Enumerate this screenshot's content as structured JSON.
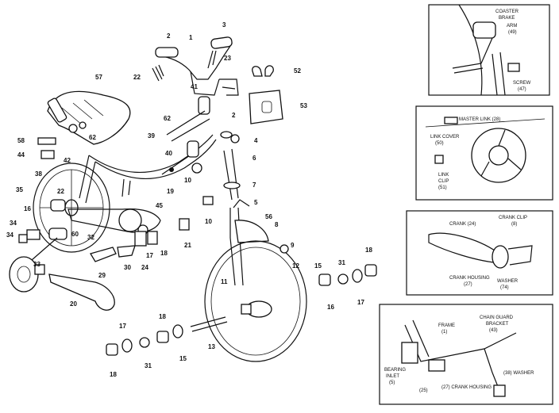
{
  "main_callouts": [
    {
      "id": "c1",
      "text": "1"
    },
    {
      "id": "c2a",
      "text": "2"
    },
    {
      "id": "c2b",
      "text": "2"
    },
    {
      "id": "c3",
      "text": "3"
    },
    {
      "id": "c23",
      "text": "23"
    },
    {
      "id": "c22a",
      "text": "22"
    },
    {
      "id": "c52",
      "text": "52"
    },
    {
      "id": "c57",
      "text": "57"
    },
    {
      "id": "c41",
      "text": "41"
    },
    {
      "id": "c53",
      "text": "53"
    },
    {
      "id": "c62a",
      "text": "62"
    },
    {
      "id": "c62b",
      "text": "62"
    },
    {
      "id": "c4",
      "text": "4"
    },
    {
      "id": "c58",
      "text": "58"
    },
    {
      "id": "c39",
      "text": "39"
    },
    {
      "id": "c40",
      "text": "40"
    },
    {
      "id": "c6",
      "text": "6"
    },
    {
      "id": "c44",
      "text": "44"
    },
    {
      "id": "c42",
      "text": "42"
    },
    {
      "id": "c10a",
      "text": "10"
    },
    {
      "id": "c7",
      "text": "7"
    },
    {
      "id": "c38",
      "text": "38"
    },
    {
      "id": "c19",
      "text": "19"
    },
    {
      "id": "c35",
      "text": "35"
    },
    {
      "id": "c5",
      "text": "5"
    },
    {
      "id": "c22b",
      "text": "22"
    },
    {
      "id": "c16",
      "text": "16"
    },
    {
      "id": "c45",
      "text": "45"
    },
    {
      "id": "c56",
      "text": "56"
    },
    {
      "id": "c10b",
      "text": "10"
    },
    {
      "id": "c8",
      "text": "8"
    },
    {
      "id": "c34a",
      "text": "34"
    },
    {
      "id": "c34b",
      "text": "34"
    },
    {
      "id": "c60",
      "text": "60"
    },
    {
      "id": "c32",
      "text": "32"
    },
    {
      "id": "c17a",
      "text": "17"
    },
    {
      "id": "c18a",
      "text": "18"
    },
    {
      "id": "c21",
      "text": "21"
    },
    {
      "id": "c9",
      "text": "9"
    },
    {
      "id": "c33",
      "text": "33"
    },
    {
      "id": "c29",
      "text": "29"
    },
    {
      "id": "c30",
      "text": "30"
    },
    {
      "id": "c24",
      "text": "24"
    },
    {
      "id": "c31a",
      "text": "31"
    },
    {
      "id": "c18b",
      "text": "18"
    },
    {
      "id": "c12",
      "text": "12"
    },
    {
      "id": "c15a",
      "text": "15"
    },
    {
      "id": "c11",
      "text": "11"
    },
    {
      "id": "c16b",
      "text": "16"
    },
    {
      "id": "c17b",
      "text": "17"
    },
    {
      "id": "c20",
      "text": "20"
    },
    {
      "id": "c17c",
      "text": "17"
    },
    {
      "id": "c18c",
      "text": "18"
    },
    {
      "id": "c13",
      "text": "13"
    },
    {
      "id": "c31b",
      "text": "31"
    },
    {
      "id": "c15b",
      "text": "15"
    },
    {
      "id": "c18d",
      "text": "18"
    }
  ],
  "inset1": {
    "coaster": "COASTER",
    "brake": "BRAKE",
    "arm": "ARM",
    "arm_ref": "(49)",
    "screw": "SCREW",
    "screw_ref": "(47)"
  },
  "inset2": {
    "master_link": "MASTER LINK (28)",
    "link_cover": "LINK COVER",
    "link_cover_ref": "(50)",
    "link": "LINK",
    "clip": "CLIP",
    "clip_ref": "(51)"
  },
  "inset3": {
    "crank_clip": "CRANK CLIP",
    "crank_clip_ref": "(8)",
    "crank": "CRANK (24)",
    "crank_housing": "CRANK HOUSING",
    "crank_housing_ref": "(27)",
    "washer": "WASHER",
    "washer_ref": "(74)"
  },
  "inset4": {
    "frame": "FRAME",
    "frame_ref": "(1)",
    "chain_guard": "CHAIN GUARD",
    "bracket": "BRACKET",
    "bracket_ref": "(43)",
    "bearing": "BEARING",
    "inlet": "INLET",
    "inlet_ref": "(5)",
    "ref_25": "(25)",
    "crank_housing": "(27) CRANK HOUSING",
    "washer": "(38) WASHER"
  }
}
